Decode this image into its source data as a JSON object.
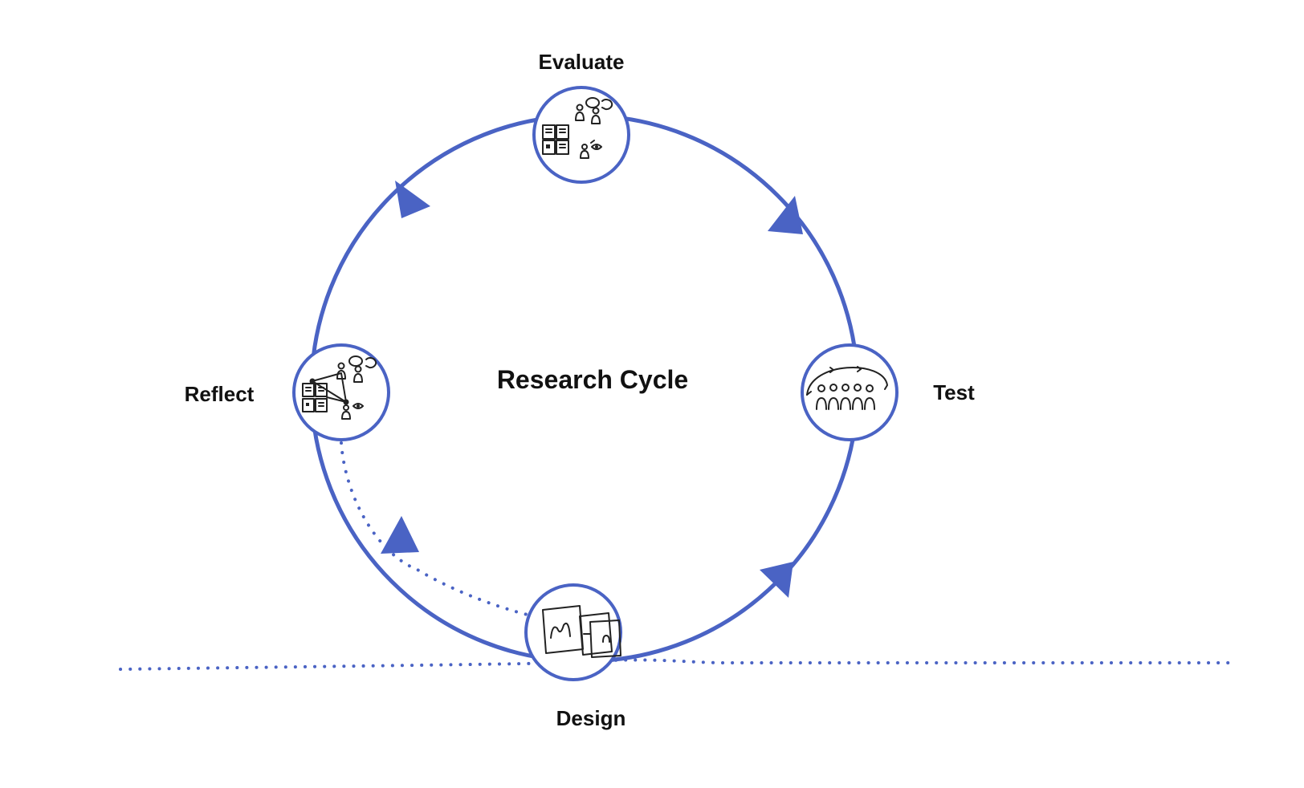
{
  "diagram": {
    "center_label": "Research Cycle",
    "accent_color": "#4a63c4",
    "stages": [
      {
        "id": "evaluate",
        "label": "Evaluate",
        "icon": "evaluate-sketch-icon"
      },
      {
        "id": "test",
        "label": "Test",
        "icon": "test-sketch-icon"
      },
      {
        "id": "design",
        "label": "Design",
        "icon": "design-sketch-icon"
      },
      {
        "id": "reflect",
        "label": "Reflect",
        "icon": "reflect-sketch-icon"
      }
    ]
  }
}
